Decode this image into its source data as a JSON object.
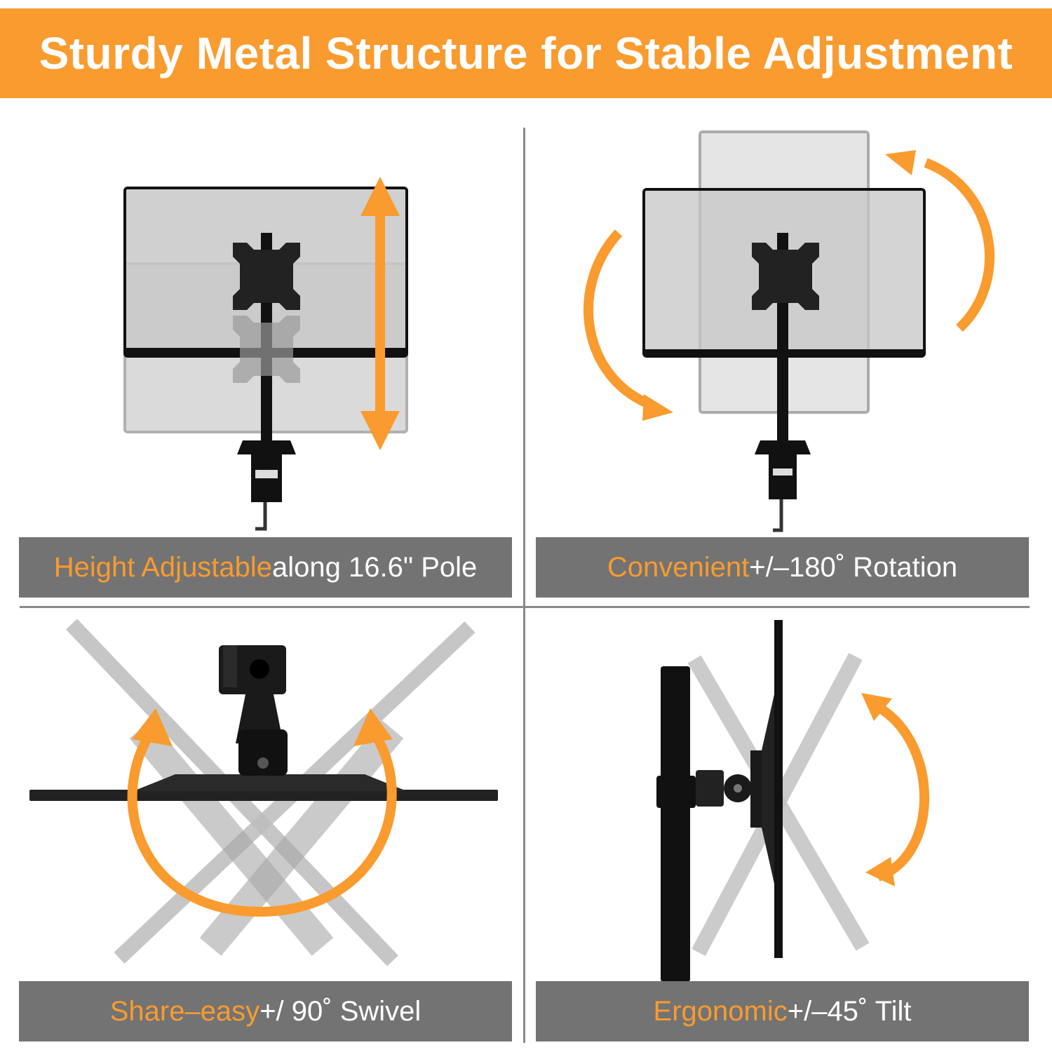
{
  "header": {
    "title": "Sturdy Metal Structure for Stable Adjustment"
  },
  "colors": {
    "accent": "#f99b2e",
    "caption_bg": "#737373",
    "divider": "#8a8a8a"
  },
  "panels": [
    {
      "highlight": "Height Adjustable",
      "text": " along 16.6\" Pole",
      "icon": "height-adjust-illustration"
    },
    {
      "highlight": "Convenient",
      "text": " +/–180˚ Rotation",
      "icon": "rotation-illustration"
    },
    {
      "highlight": "Share–easy",
      "text": " +/ 90˚ Swivel",
      "icon": "swivel-illustration"
    },
    {
      "highlight": "Ergonomic",
      "text": " +/–45˚ Tilt",
      "icon": "tilt-illustration"
    }
  ]
}
